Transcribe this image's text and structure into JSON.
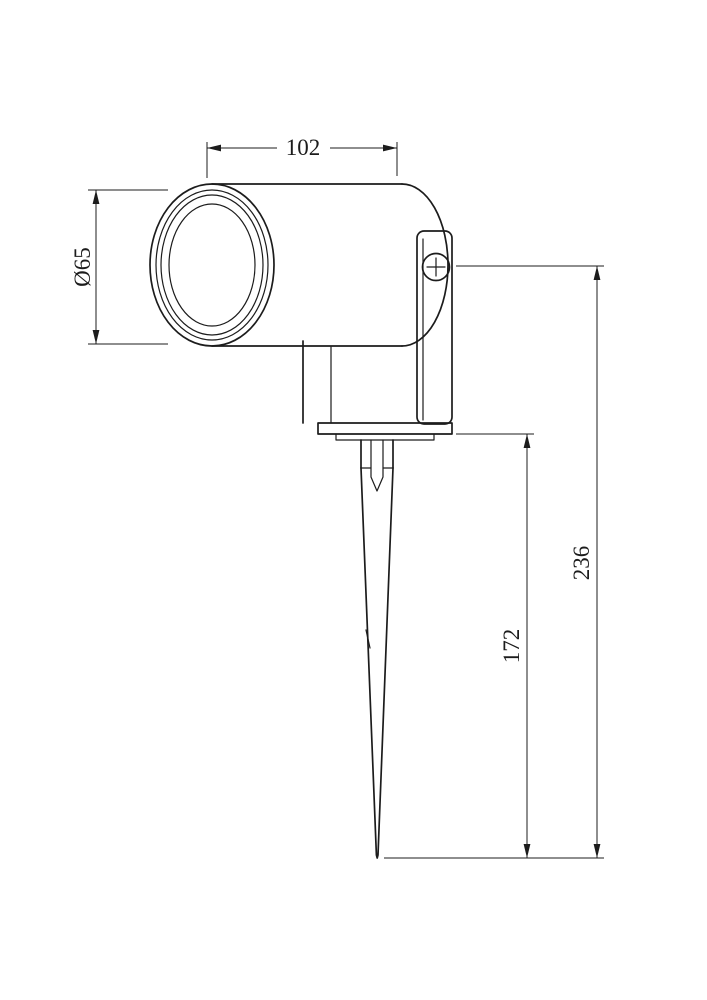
{
  "page": {
    "background": "#ffffff",
    "line_color": "#1c1c1c"
  },
  "drawing": {
    "kind": "technical-dimension-drawing",
    "dimensions": {
      "body_length": "102",
      "lens_diameter": "Ø65",
      "overall_height": "236",
      "spike_height": "172"
    }
  }
}
